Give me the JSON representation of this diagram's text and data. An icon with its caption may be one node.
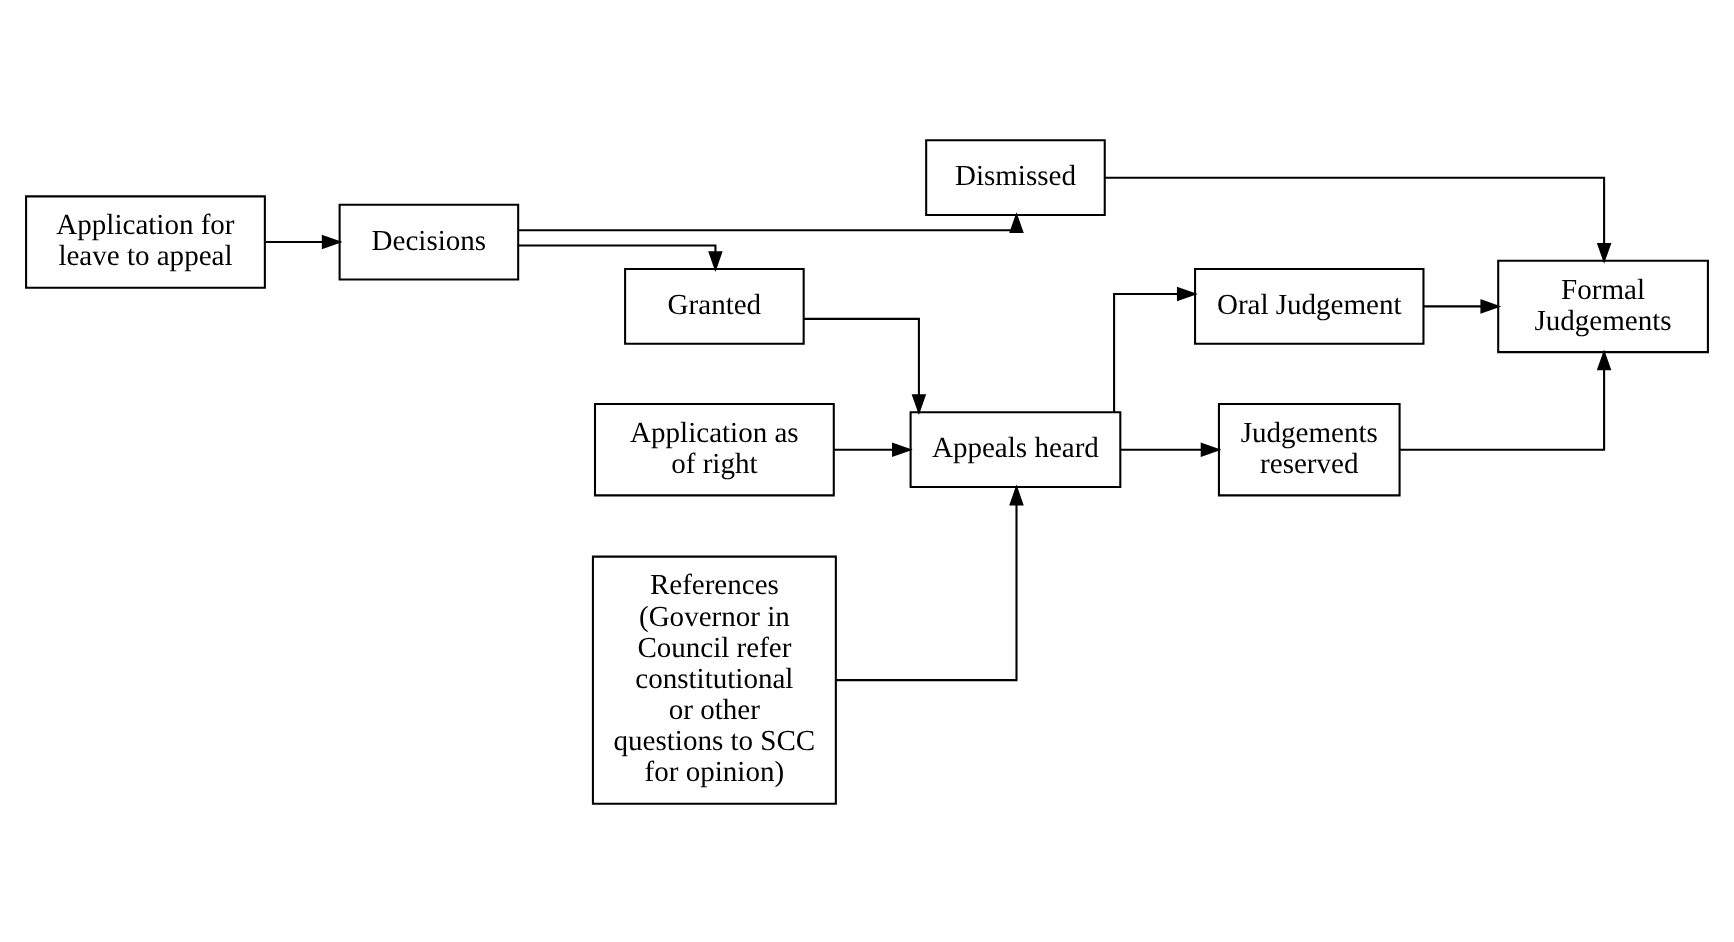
{
  "diagram": {
    "nodes": [
      {
        "text": [
          "Application for leave to appeal"
        ]
      },
      {
        "text": [
          "Decisions"
        ]
      },
      {
        "text": [
          "Dismissed"
        ]
      },
      {
        "text": [
          "Granted"
        ]
      },
      {
        "text": [
          "Formal Judgements"
        ]
      },
      {
        "text": [
          "Application as of right"
        ]
      },
      {
        "text": [
          "Appeals heard"
        ]
      },
      {
        "text": [
          "Oral Judgement"
        ]
      },
      {
        "text": [
          "Judgements reserved"
        ]
      },
      {
        "text": [
          "References (Governor in Council refer constitutional or other questions to SCC for opinion)"
        ]
      }
    ],
    "edges": [
      {
        "from": 0,
        "to": 1,
        "arrow": "to"
      },
      {
        "from": 1,
        "to": 2,
        "arrow": "to"
      },
      {
        "from": 1,
        "to": 3,
        "arrow": "to"
      },
      {
        "from": 2,
        "to": 4,
        "arrow": "to"
      },
      {
        "from": 3,
        "to": 6,
        "arrow": "to"
      },
      {
        "from": 5,
        "to": 6,
        "arrow": "to"
      },
      {
        "from": 9,
        "to": 6,
        "arrow": "to"
      },
      {
        "from": 6,
        "to": 7,
        "arrow": "to"
      },
      {
        "from": 6,
        "to": 8,
        "arrow": "to"
      },
      {
        "from": 7,
        "to": 4,
        "arrow": "to"
      },
      {
        "from": 8,
        "to": 4,
        "arrow": "to"
      }
    ]
  }
}
